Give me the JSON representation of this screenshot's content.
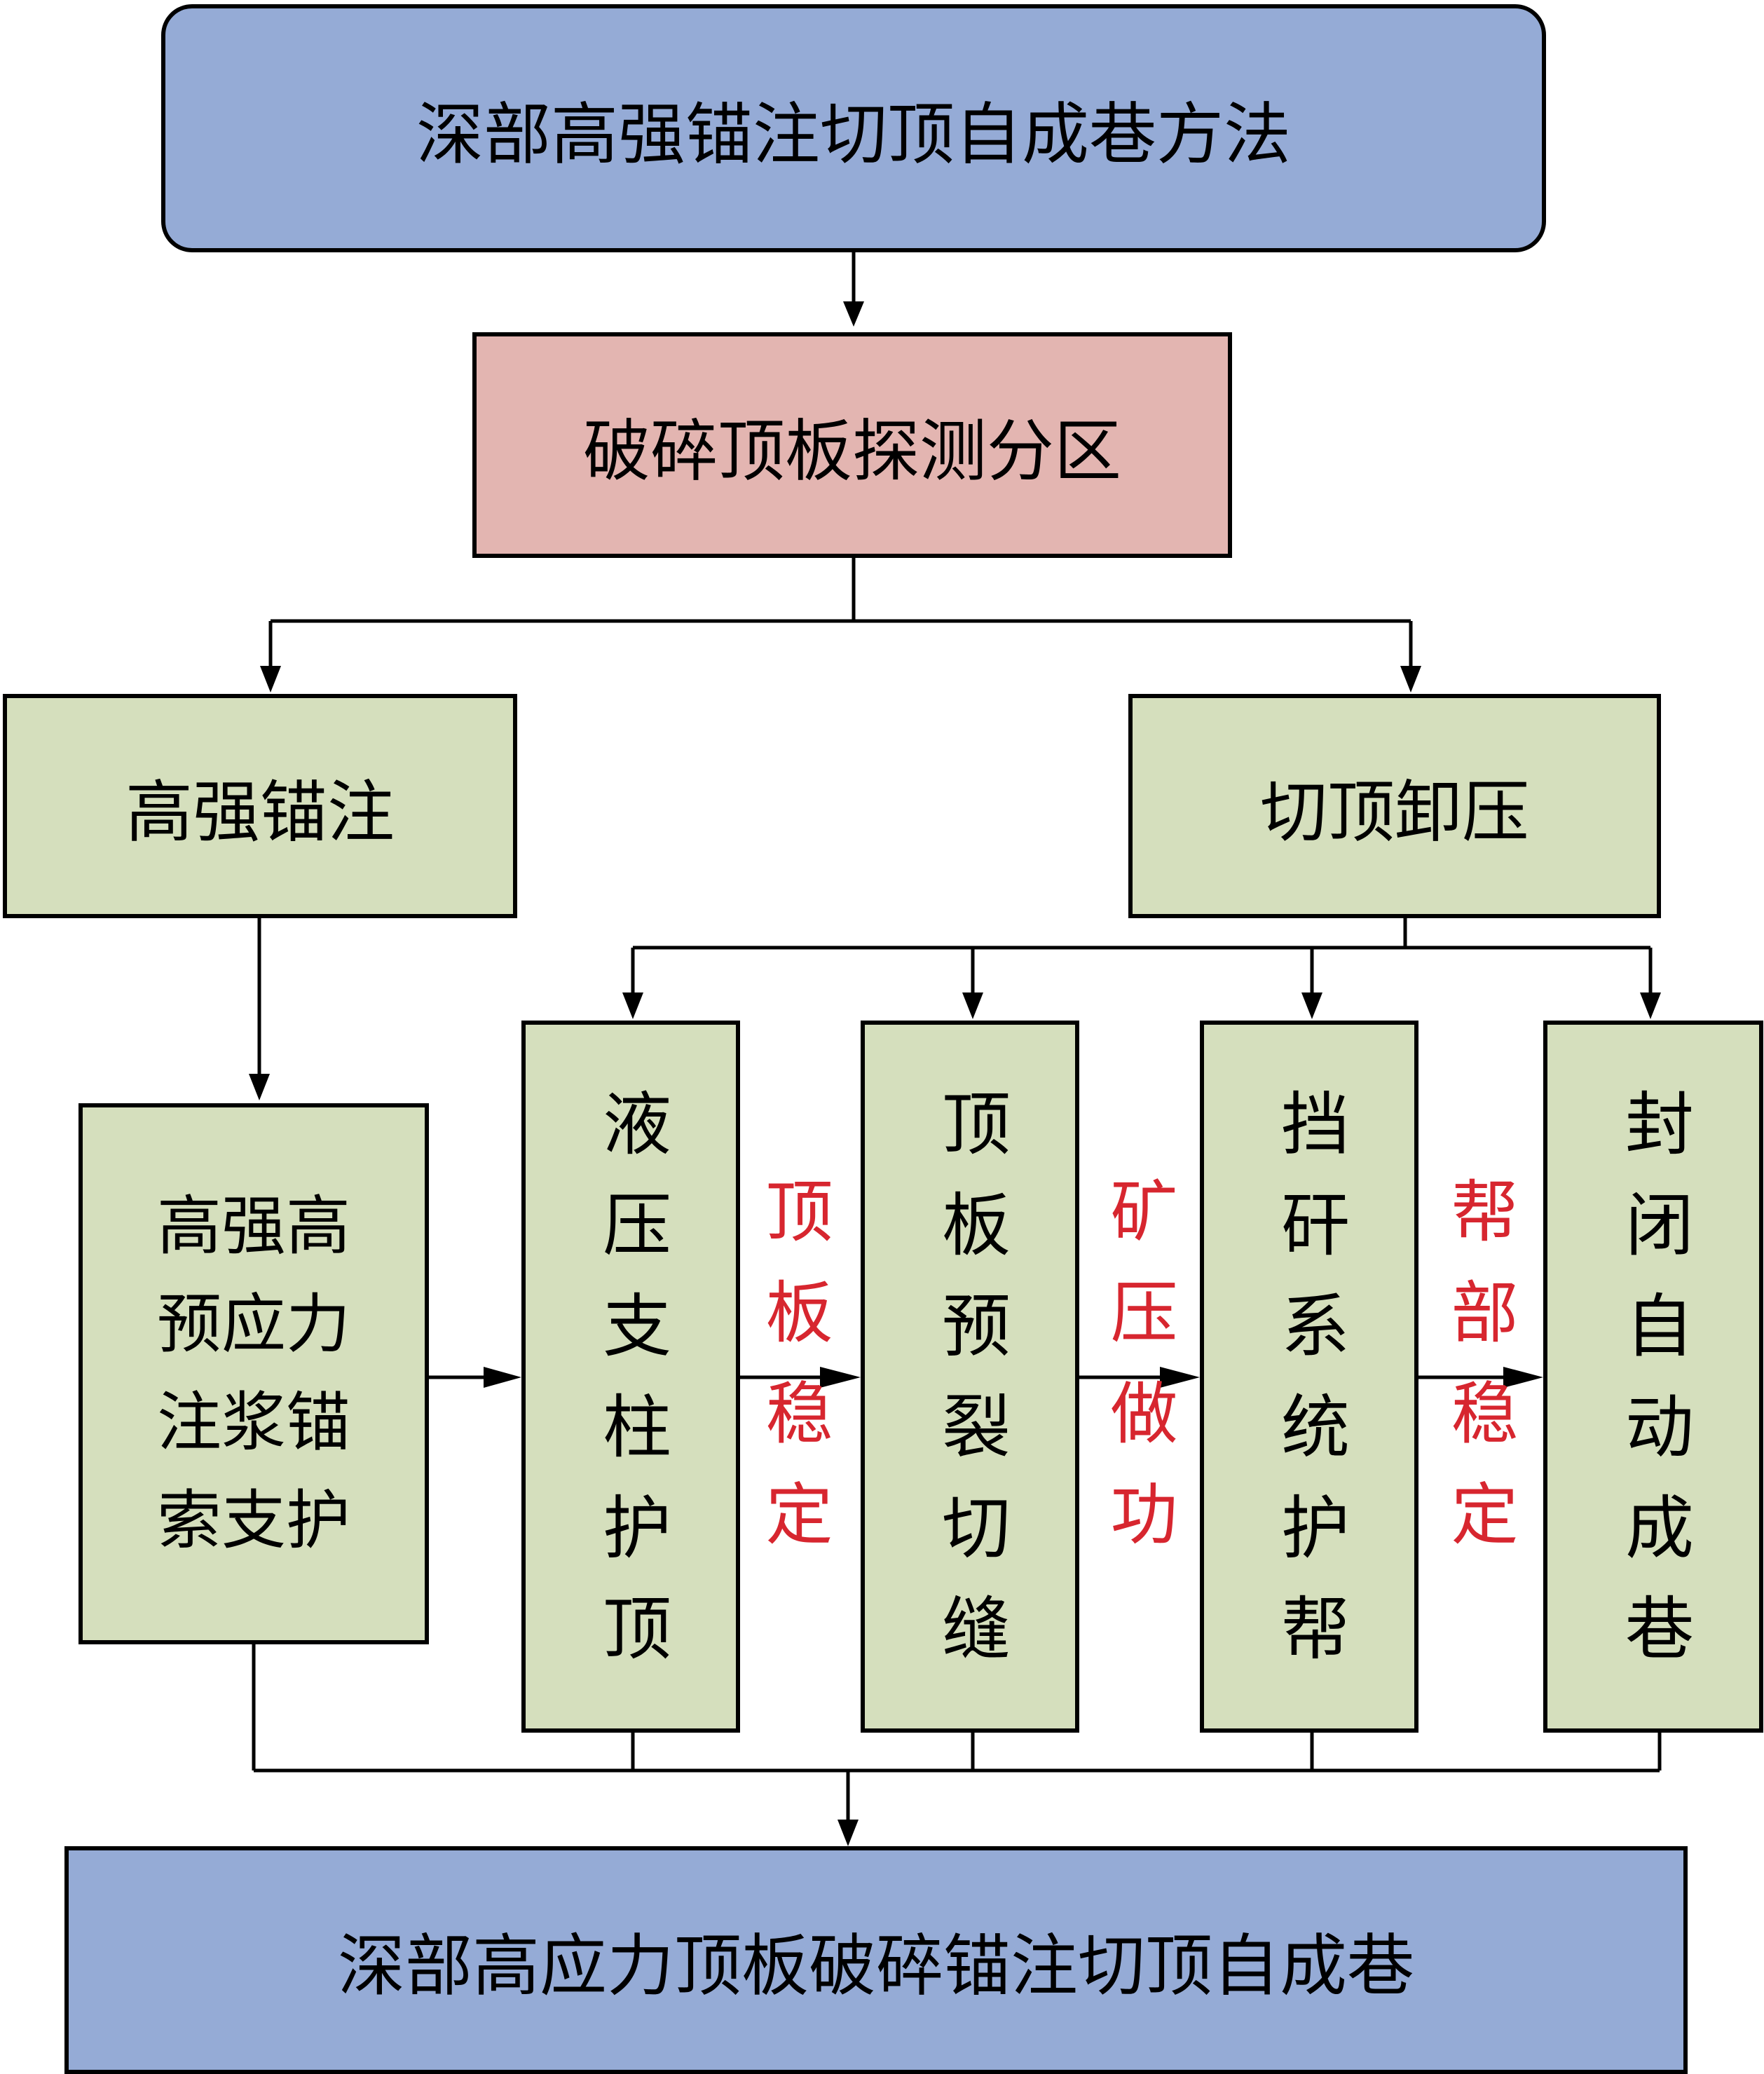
{
  "colors": {
    "top_bottom_box": "#95abd6",
    "detect_box": "#e3b5b1",
    "step_box": "#d5dfbd",
    "label_text": "#d7262f",
    "line": "#000000"
  },
  "nodes": {
    "method": "深部高强锚注切顶自成巷方法",
    "detect": "破碎顶板探测分区",
    "anchor": "高强锚注",
    "cut_relief": "切顶卸压",
    "cable_support_lines": [
      "高强高",
      "预应力",
      "注浆锚",
      "索支护"
    ],
    "hydraulic": "液压支柱护顶",
    "presplit": "顶板预裂切缝",
    "gangue": "挡矸系统护帮",
    "seal": "封闭自动成巷",
    "result": "深部高应力顶板破碎锚注切顶自成巷"
  },
  "edge_labels": {
    "roof_stable": "顶板稳定",
    "pressure_work": "矿压做功",
    "side_stable": "帮部稳定"
  }
}
